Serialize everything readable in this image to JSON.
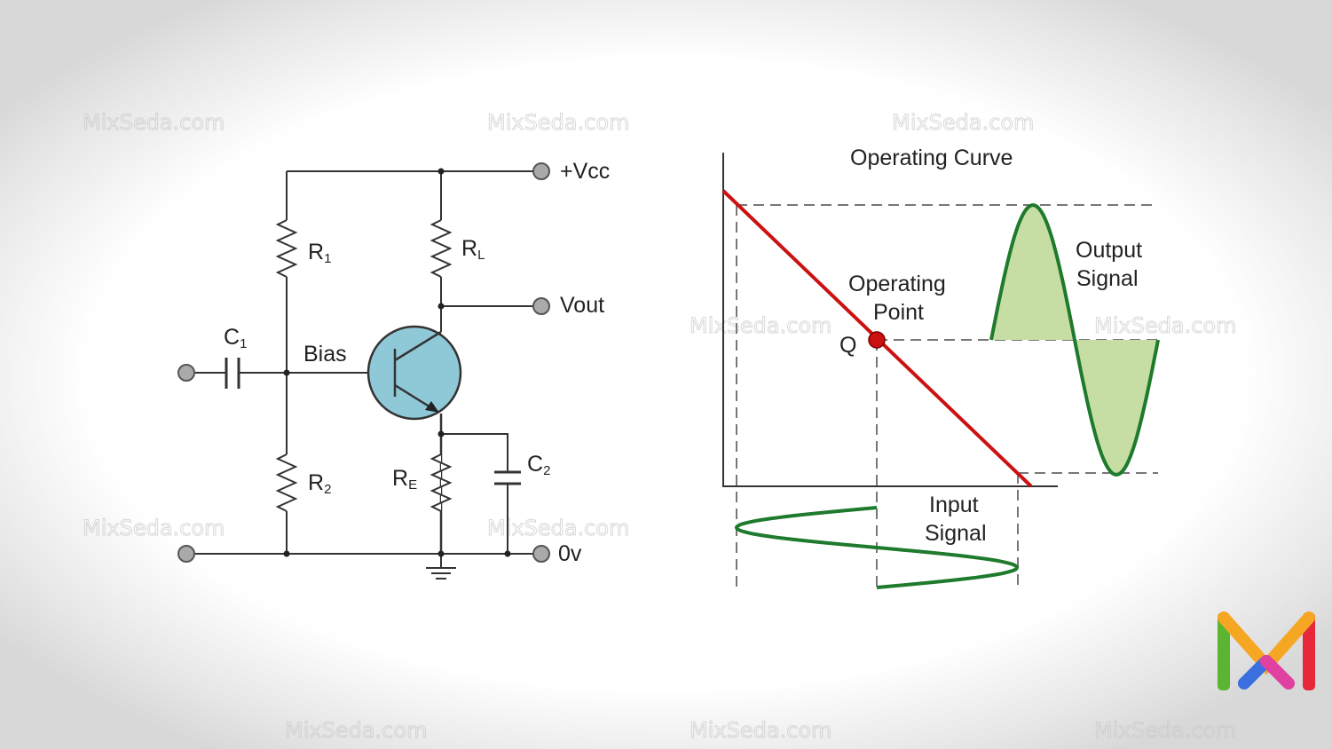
{
  "watermark": {
    "text": "MixSeda.com"
  },
  "circuit": {
    "vcc_label": "+Vcc",
    "vout_label": "Vout",
    "gnd_label": "0v",
    "bias_label": "Bias",
    "c1": {
      "main": "C",
      "sub": "1"
    },
    "c2": {
      "main": "C",
      "sub": "2"
    },
    "r1": {
      "main": "R",
      "sub": "1"
    },
    "r2": {
      "main": "R",
      "sub": "2"
    },
    "rl": {
      "main": "R",
      "sub": "L"
    },
    "re": {
      "main": "R",
      "sub": "E"
    }
  },
  "graph": {
    "title": "Operating Curve",
    "operating_point": [
      "Operating",
      "Point"
    ],
    "q_label": "Q",
    "output_signal": [
      "Output",
      "Signal"
    ],
    "input_signal": [
      "Input",
      "Signal"
    ],
    "colors": {
      "load_line": "#cc1111",
      "signal": "#1e7a2c",
      "fill": "#c6dda3",
      "transistor": "#8fc9d7"
    }
  }
}
